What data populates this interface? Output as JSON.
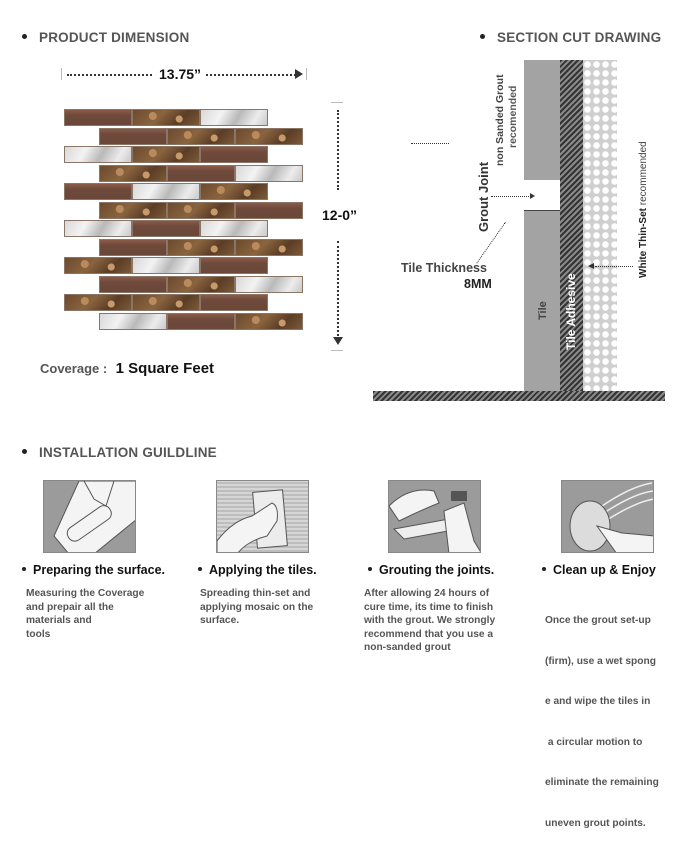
{
  "product_dimension": {
    "title": "PRODUCT DIMENSION",
    "width_label": "13.75”",
    "height_label": "12-0”",
    "coverage_label": "Coverage :",
    "coverage_value": "1 Square Feet",
    "tile_rows": [
      {
        "offset": 0,
        "tiles": [
          "glass",
          "marble",
          "alu"
        ]
      },
      {
        "offset": 1,
        "tiles": [
          "glass",
          "marble",
          "marble"
        ]
      },
      {
        "offset": 0,
        "tiles": [
          "alu",
          "marble",
          "glass"
        ]
      },
      {
        "offset": 1,
        "tiles": [
          "marble",
          "glass",
          "alu"
        ]
      },
      {
        "offset": 0,
        "tiles": [
          "glass",
          "alu",
          "marble"
        ]
      },
      {
        "offset": 1,
        "tiles": [
          "marble",
          "marble",
          "glass"
        ]
      },
      {
        "offset": 0,
        "tiles": [
          "alu",
          "glass",
          "alu"
        ]
      },
      {
        "offset": 1,
        "tiles": [
          "glass",
          "marble",
          "marble"
        ]
      },
      {
        "offset": 0,
        "tiles": [
          "marble",
          "alu",
          "glass"
        ]
      },
      {
        "offset": 1,
        "tiles": [
          "glass",
          "marble",
          "alu"
        ]
      },
      {
        "offset": 0,
        "tiles": [
          "marble",
          "marble",
          "glass"
        ]
      },
      {
        "offset": 1,
        "tiles": [
          "alu",
          "glass",
          "marble"
        ]
      }
    ]
  },
  "section_cut": {
    "title": "SECTION CUT DRAWING",
    "grout_joint_label": "Grout Joint",
    "grout_note_line1": "non Sanded Grout",
    "grout_note_line2": "recomended",
    "tile_thickness_label": "Tile Thickness",
    "tile_thickness_value": "8MM",
    "tile_label": "Tile",
    "adhesive_label": "Tile Adhesive",
    "thinset_bold": "White Thin-Set",
    "thinset_note": "recommended"
  },
  "installation": {
    "title": "INSTALLATION GUILDLINE",
    "steps": [
      {
        "title": "Preparing the surface.",
        "desc": [
          "Measuring the Coverage",
          "and prepair all the",
          "materials and",
          "tools"
        ]
      },
      {
        "title": "Applying the tiles.",
        "desc": [
          "Spreading thin-set and",
          "applying mosaic on the",
          "surface."
        ]
      },
      {
        "title": "Grouting the joints.",
        "desc": [
          "After allowing 24 hours of",
          "cure time, its time to finish",
          "with the grout. We strongly",
          "recommend that you use a",
          "non-sanded grout"
        ]
      },
      {
        "title": "Clean up & Enjoy",
        "desc": [
          "Once the grout set-up",
          "(firm), use a wet spong",
          "e and wipe the tiles in",
          " a circular motion to",
          "eliminate the remaining",
          "uneven grout points."
        ]
      }
    ]
  }
}
